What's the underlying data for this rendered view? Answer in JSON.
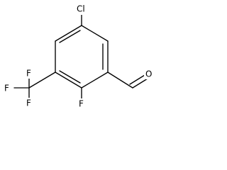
{
  "structure": {
    "atoms": {
      "chlorine": "Cl",
      "fluorine_ring": "F",
      "cf3_f_top": "F",
      "cf3_f_left": "F",
      "cf3_f_bottom": "F",
      "oxygen": "O"
    }
  }
}
